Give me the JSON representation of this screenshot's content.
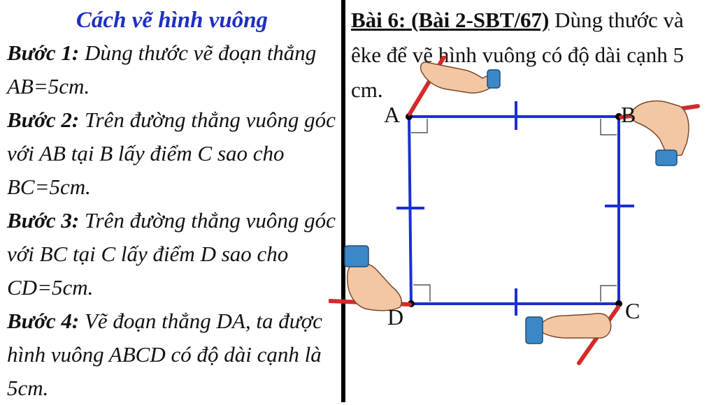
{
  "left": {
    "title": "Cách vẽ hình vuông",
    "steps": [
      {
        "label": "Bước 1:",
        "text": " Dùng thước vẽ đoạn thẳng AB=5cm."
      },
      {
        "label": "Bước 2:",
        "text": " Trên đường thẳng vuông góc với AB tại B lấy điểm C sao cho BC=5cm."
      },
      {
        "label": "Bước 3:",
        "text": " Trên đường thẳng vuông góc với BC tại C lấy điểm D sao cho CD=5cm."
      },
      {
        "label": "Bước 4:",
        "text": " Vẽ đoạn thẳng DA, ta được hình vuông ABCD có độ dài cạnh là 5cm."
      }
    ]
  },
  "right": {
    "problem_label": "Bài 6: (Bài 2-SBT/67)",
    "problem_text": " Dùng thước và êke để vẽ hình vuông có độ dài cạnh 5 cm."
  },
  "figure": {
    "vertices": {
      "a": "A",
      "b": "B",
      "c": "C",
      "d": "D"
    },
    "line_color": "#1a2fd6",
    "pencil_color": "#d42a2a",
    "hand_color": "#f3c7a4",
    "cuff_color": "#3b88c8"
  }
}
